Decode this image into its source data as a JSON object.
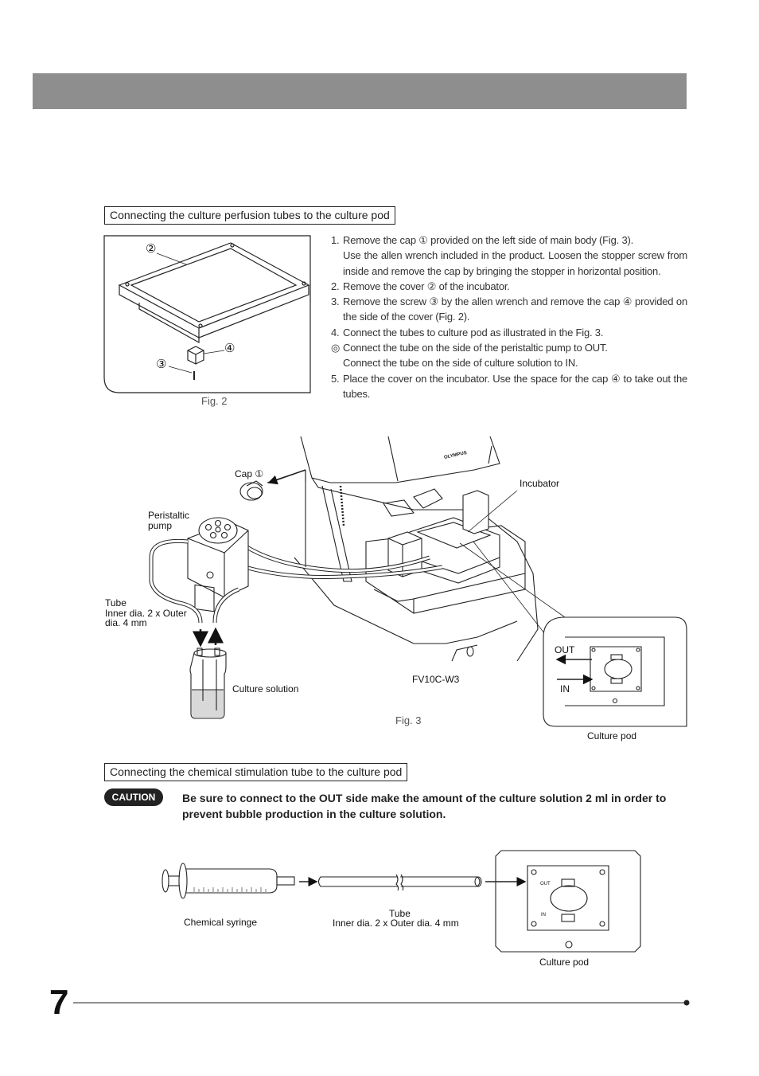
{
  "header": {
    "bar_color": "#8e8e8e"
  },
  "section1": {
    "title": "Connecting the culture perfusion tubes to the culture pod",
    "fig2": {
      "caption": "Fig. 2",
      "callout_2": "②",
      "callout_3": "③",
      "callout_4": "④"
    },
    "steps": [
      {
        "num": "1.",
        "text": "Remove the cap ① provided on the left side of main body (Fig. 3).",
        "cont": "Use the allen wrench included in the product. Loosen the stopper screw from inside and remove the cap by bringing the stopper in horizontal position."
      },
      {
        "num": "2.",
        "text": "Remove the cover ② of the incubator."
      },
      {
        "num": "3.",
        "text": "Remove the screw ③ by the allen wrench and remove the cap ④ provided on the side of the cover (Fig. 2)."
      },
      {
        "num": "4.",
        "text": "Connect the tubes to culture pod as illustrated in the Fig. 3."
      },
      {
        "num": "◎",
        "text": "Connect the tube on the side of the peristaltic pump to OUT.",
        "cont": "Connect the tube on the side of culture solution to IN."
      },
      {
        "num": "5.",
        "text": "Place the cover on the incubator. Use the space for the cap ④ to take out the tubes."
      }
    ],
    "fig3": {
      "caption": "Fig. 3",
      "cap_label": "Cap ①",
      "incubator": "Incubator",
      "pump_line1": "Peristaltic",
      "pump_line2": "pump",
      "tube_line1": "Tube",
      "tube_line2": "Inner dia. 2 x Outer",
      "tube_line3": "dia. 4 mm",
      "culture_solution": "Culture solution",
      "model": "FV10C-W3",
      "out": "OUT",
      "in": "IN",
      "culture_pod": "Culture pod",
      "brand": "OLYMPUS"
    }
  },
  "section2": {
    "title": "Connecting the chemical stimulation tube to the culture pod",
    "caution_badge": "CAUTION",
    "caution_text": "Be sure to connect to the OUT side make the amount of the culture solution 2 ml  in order to prevent bubble production in the culture solution.",
    "syringe_label": "Chemical syringe",
    "tube_line1": "Tube",
    "tube_line2": "Inner dia. 2 x Outer dia. 4 mm",
    "pod_out": "OUT",
    "pod_in": "IN",
    "culture_pod": "Culture pod"
  },
  "footer": {
    "page_number": "7"
  }
}
